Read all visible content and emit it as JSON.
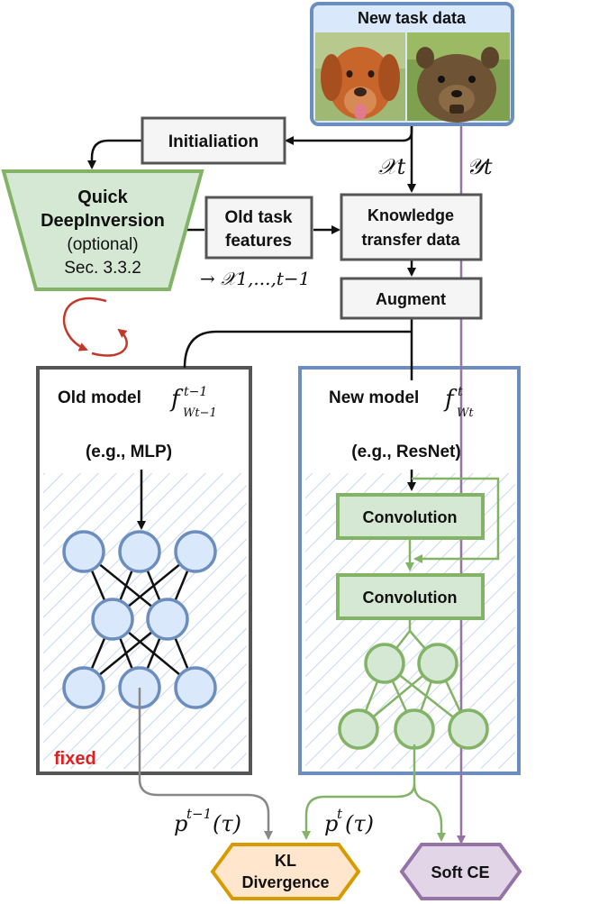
{
  "new_task": {
    "title": "New task data",
    "images": [
      "dog photo",
      "quokka photo"
    ]
  },
  "initialization": {
    "label": "Initialiation"
  },
  "deepinversion": {
    "line1": "Quick",
    "line2": "DeepInversion",
    "line3": "(optional)",
    "line4": "Sec. 3.3.2"
  },
  "old_features": {
    "line1": "Old task",
    "line2": "features"
  },
  "old_features_math": "→ 𝒳1,...,t−1",
  "knowledge": {
    "line1": "Knowledge",
    "line2": "transfer data"
  },
  "augment": {
    "label": "Augment"
  },
  "x_t": "𝒳t",
  "y_t": "𝒴t",
  "old_model": {
    "title": "Old model",
    "func": "f",
    "func_sup": "t−1",
    "func_sub": "Wt−1",
    "example": "(e.g., MLP)",
    "fixed": "fixed"
  },
  "new_model": {
    "title": "New model",
    "func": "f",
    "func_sup": "t",
    "func_sub": "Wt",
    "example": "(e.g., ResNet)",
    "conv1": "Convolution",
    "conv2": "Convolution"
  },
  "p_old": {
    "base": "p",
    "sup": "t−1",
    "arg": "(τ)"
  },
  "p_new": {
    "base": "p",
    "sup": "t",
    "arg": "(τ)"
  },
  "kl": {
    "line1": "KL",
    "line2": "Divergence"
  },
  "softce": {
    "label": "Soft CE"
  },
  "colors": {
    "blue": "#6c8ebf",
    "blue_fill": "#dae8fc",
    "green": "#82b366",
    "green_fill": "#d5e8d4",
    "grey": "#555555",
    "grey_fill": "#f5f5f5",
    "orange": "#d79b00",
    "orange_fill": "#ffe6cc",
    "purple": "#9673a6",
    "purple_fill": "#e1d5e7",
    "red": "#c0392b",
    "arrow_grey": "#888888"
  }
}
